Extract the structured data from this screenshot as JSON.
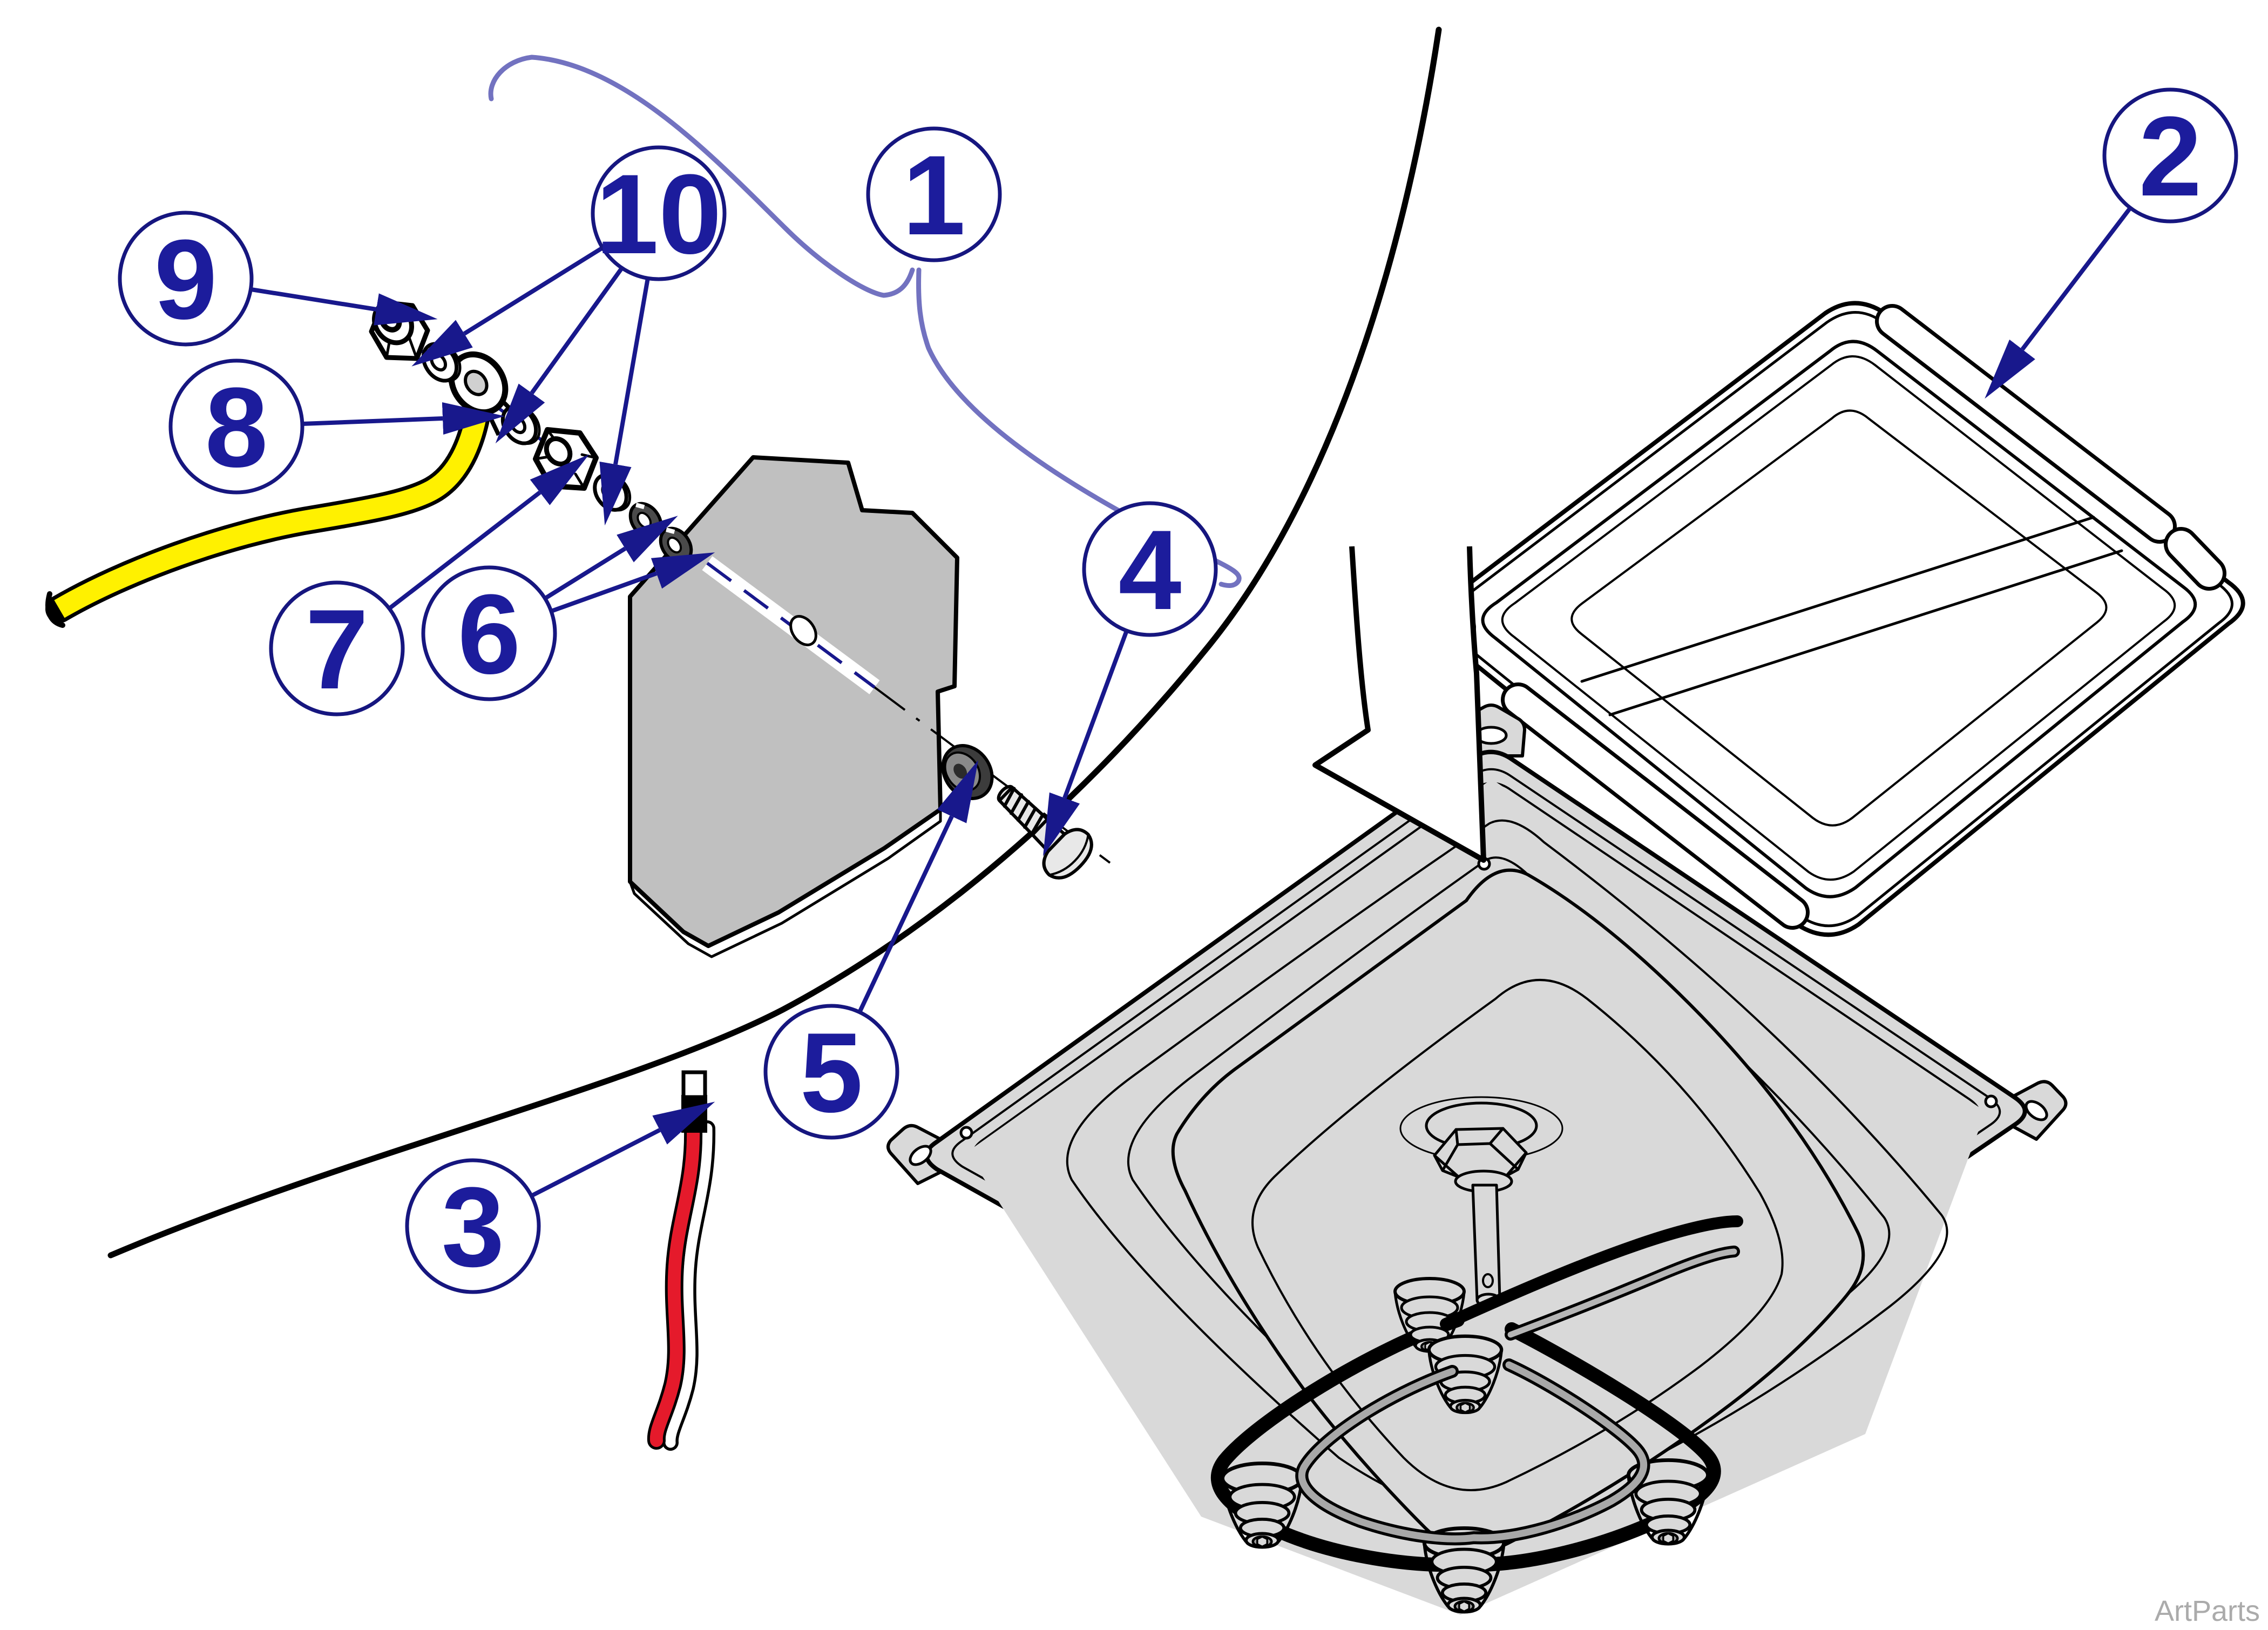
{
  "diagram": {
    "title": "",
    "watermark": "ArtParts",
    "type": "exploded-parts-diagram",
    "colors": {
      "callout_navy": "#1c1c9c",
      "leader_navy": "#18188c",
      "bracket_curve_blue": "#7272c0",
      "ground_wire_yellow": "#fff100",
      "power_wire_red": "#e51a2b",
      "pan_gray": "#d9d9d9",
      "plate_gray": "#c0c0c0",
      "dark_washer_gray": "#4a4a4a",
      "watermark_gray": "#ababab",
      "line_black": "#000000"
    },
    "callouts": [
      {
        "label": "1",
        "part": "hardware-group-bracket"
      },
      {
        "label": "2",
        "part": "tray-lid"
      },
      {
        "label": "3",
        "part": "power-wire-red"
      },
      {
        "label": "4",
        "part": "screw"
      },
      {
        "label": "5",
        "part": "grommet"
      },
      {
        "label": "6",
        "part": "lock-washers"
      },
      {
        "label": "7",
        "part": "hex-nut"
      },
      {
        "label": "8",
        "part": "ground-ring-terminal"
      },
      {
        "label": "9",
        "part": "locknut"
      },
      {
        "label": "10",
        "part": "flat-washers"
      }
    ]
  }
}
